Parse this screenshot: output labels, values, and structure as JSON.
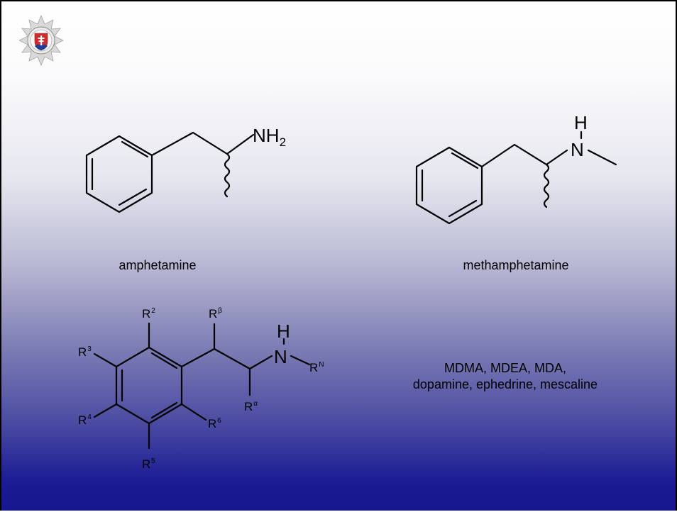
{
  "slide": {
    "emblem_icon": "police-shield-emblem-icon",
    "colors": {
      "top": "#ffffff",
      "bottom": "#16168f"
    }
  },
  "amphetamine": {
    "amine_label": "NH",
    "amine_sub": "2",
    "caption": "amphetamine"
  },
  "methamphetamine": {
    "h_label": "H",
    "n_label": "N",
    "caption": "methamphetamine"
  },
  "general_structure": {
    "r2": {
      "base": "R",
      "sup": "2"
    },
    "r3": {
      "base": "R",
      "sup": "3"
    },
    "r4": {
      "base": "R",
      "sup": "4"
    },
    "r5": {
      "base": "R",
      "sup": "5"
    },
    "r6": {
      "base": "R",
      "sup": "6"
    },
    "r_beta": {
      "base": "R",
      "sup": "β"
    },
    "r_alpha": {
      "base": "R",
      "sup": "α"
    },
    "r_n": {
      "base": "R",
      "sup": "N"
    },
    "h_label": "H",
    "n_label": "N"
  },
  "examples": {
    "line1": "MDMA, MDEA, MDA,",
    "line2": "dopamine, ephedrine, mescaline"
  }
}
